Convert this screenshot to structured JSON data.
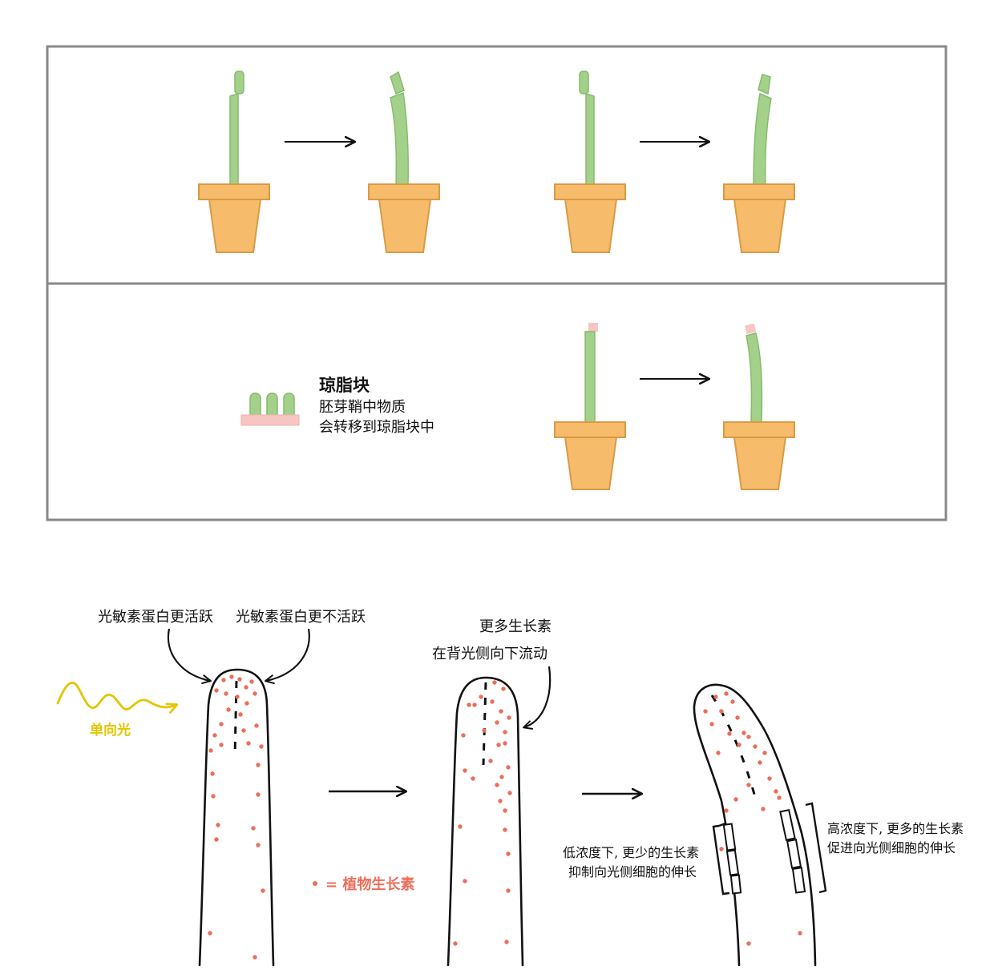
{
  "panel2": {
    "legend_title": "琼脂块",
    "legend_line1": "胚芽鞘中物质",
    "legend_line2": "会转移到琼脂块中"
  },
  "panel3": {
    "label_active": "光敏素蛋白更活跃",
    "label_inactive": "光敏素蛋白更不活跃",
    "label_light": "单向光",
    "label_more_auxin": "更多生长素",
    "label_flow": "在背光侧向下流动",
    "auxin_legend": "= 植物生长素",
    "low_conc_line1": "低浓度下, 更少的生长素",
    "low_conc_line2": "抑制向光侧细胞的伸长",
    "high_conc_line1": "高浓度下, 更多的生长素",
    "high_conc_line2": "促进向光侧细胞的伸长"
  },
  "colors": {
    "plant": "#a3d18a",
    "plant_stroke": "#86bb6e",
    "pot": "#f6bb6b",
    "pot_stroke": "#d99a44",
    "agar": "#f7c6c3",
    "auxin": "#ec6e5a",
    "light": "#e3c500",
    "frame": "#888888",
    "ink": "#111111"
  }
}
